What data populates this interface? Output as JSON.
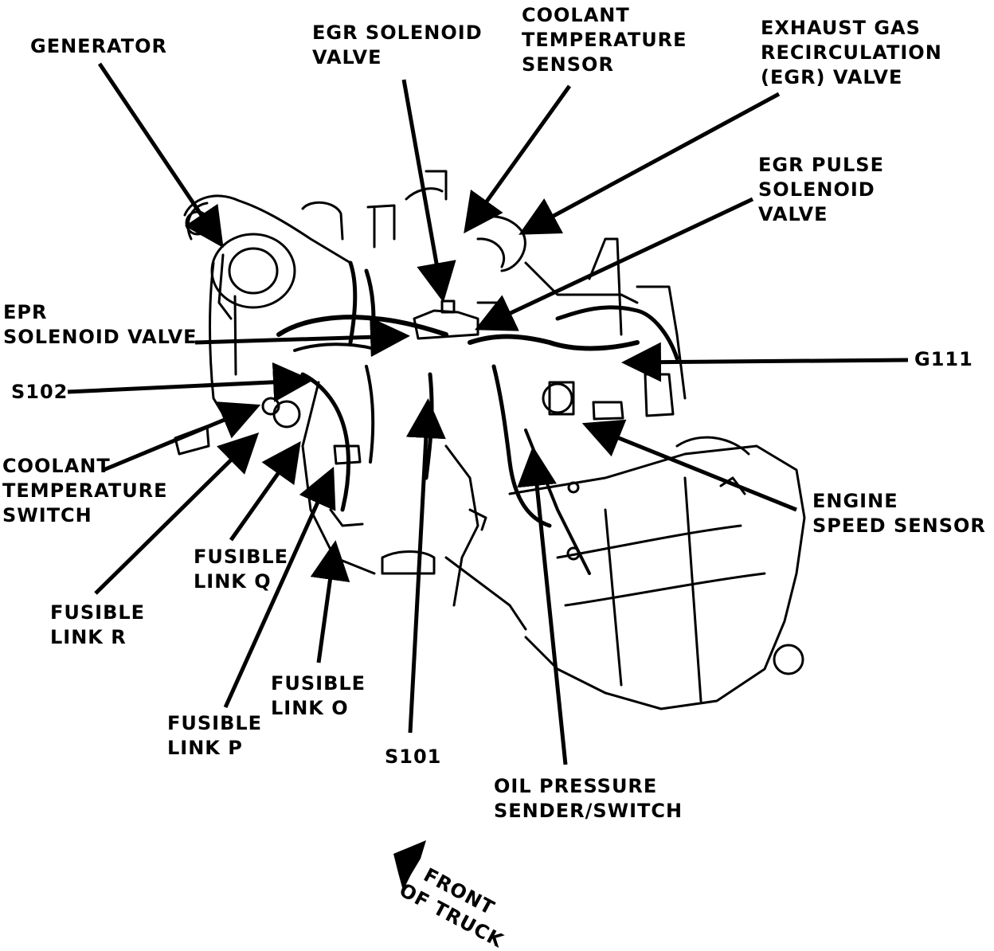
{
  "diagram": {
    "labels": {
      "generator": [
        "GENERATOR"
      ],
      "egr_solenoid_valve": [
        "EGR SOLENOID",
        "VALVE"
      ],
      "coolant_temperature_sensor": [
        "COOLANT",
        "TEMPERATURE",
        "SENSOR"
      ],
      "egr_valve": [
        "EXHAUST GAS",
        "RECIRCULATION",
        "(EGR) VALVE"
      ],
      "egr_pulse_solenoid_valve": [
        "EGR PULSE",
        "SOLENOID",
        "VALVE"
      ],
      "epr_solenoid_valve": [
        "EPR",
        "SOLENOID VALVE"
      ],
      "s102": [
        "S102"
      ],
      "g111": [
        "G111"
      ],
      "coolant_temperature_switch": [
        "COOLANT",
        "TEMPERATURE",
        "SWITCH"
      ],
      "engine_speed_sensor": [
        "ENGINE",
        "SPEED SENSOR"
      ],
      "fusible_link_q": [
        "FUSIBLE",
        "LINK Q"
      ],
      "fusible_link_r": [
        "FUSIBLE",
        "LINK R"
      ],
      "fusible_link_o": [
        "FUSIBLE",
        "LINK O"
      ],
      "fusible_link_p": [
        "FUSIBLE",
        "LINK P"
      ],
      "s101": [
        "S101"
      ],
      "oil_pressure_sender_switch": [
        "OIL PRESSURE",
        "SENDER/SWITCH"
      ],
      "front_of_truck": [
        "FRONT",
        "OF TRUCK"
      ]
    },
    "colors": {
      "ink": "#000000",
      "paper": "#ffffff"
    }
  }
}
